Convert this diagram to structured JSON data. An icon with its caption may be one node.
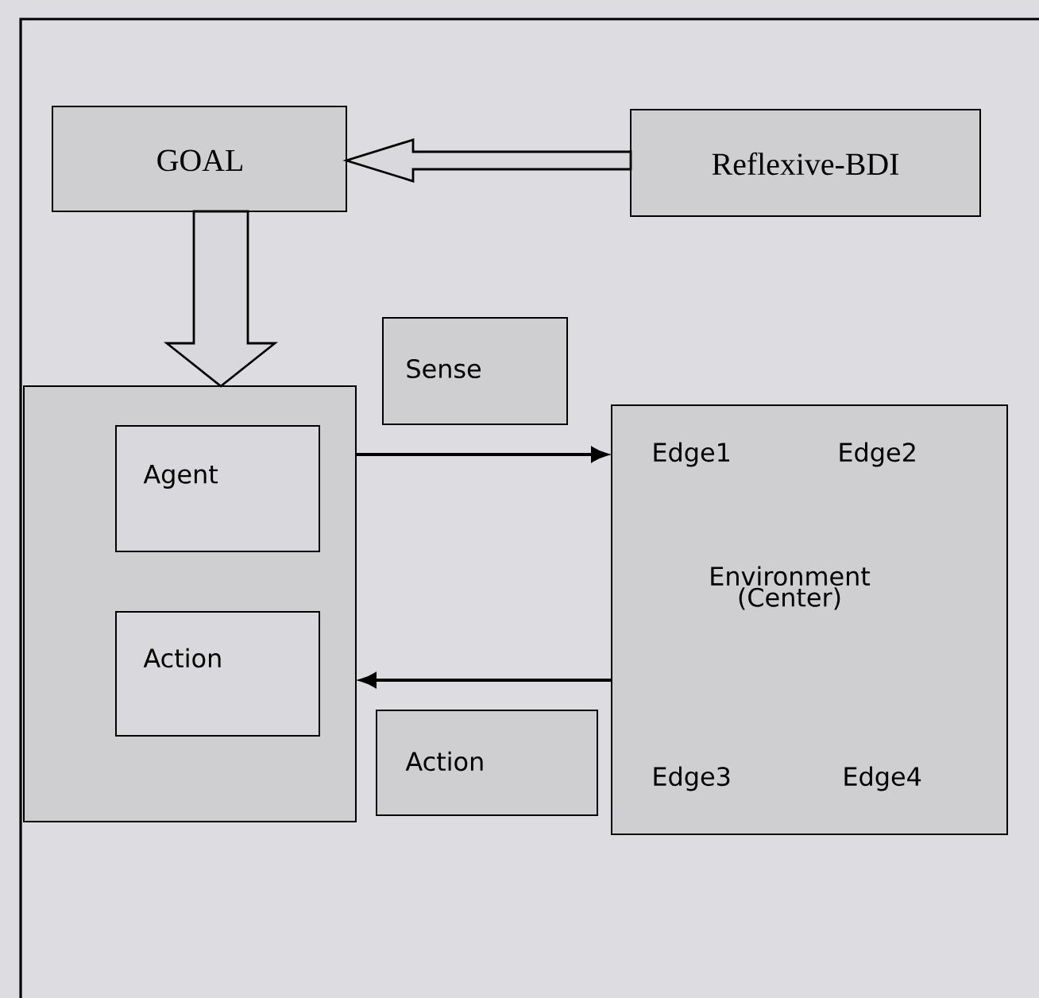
{
  "diagram": {
    "nodes": [
      {
        "text": [
          "GOAL"
        ]
      },
      {
        "text": [
          "Reflexive-BDI"
        ]
      },
      {
        "text": [
          "Sense"
        ]
      },
      {
        "text": [],
        "shape": "box"
      },
      {
        "text": [
          "Agent"
        ],
        "in": 3
      },
      {
        "text": [
          "Action"
        ],
        "in": 3
      },
      {
        "text": [
          "Edge1",
          "Edge2",
          "Environment (Center)",
          "Edge3",
          "Edge4"
        ]
      },
      {
        "text": [
          "Action"
        ]
      }
    ],
    "edges": [
      {
        "from": 1,
        "to": 0,
        "arrow": "to",
        "style": "thick"
      },
      {
        "from": 0,
        "to": 3,
        "arrow": "to",
        "style": "thick"
      },
      {
        "from": 3,
        "to": 6,
        "arrow": "to"
      },
      {
        "from": 6,
        "to": 3,
        "arrow": "to"
      }
    ]
  }
}
